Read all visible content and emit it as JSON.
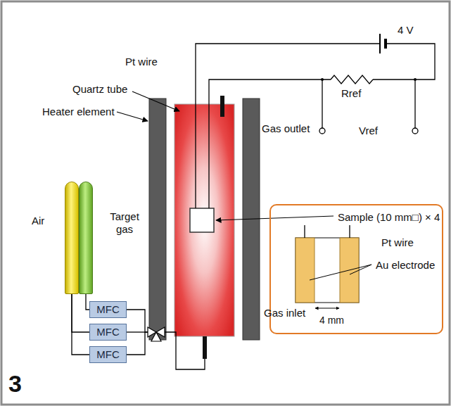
{
  "diagram": {
    "nodes": [
      {
        "text": [
          "Air"
        ]
      },
      {
        "text": [
          "Target gas"
        ]
      },
      {
        "text": [
          "MFC"
        ]
      },
      {
        "text": [
          "MFC"
        ]
      },
      {
        "text": [
          "MFC"
        ]
      },
      {
        "text": [
          "Sample (10 mm□) × 4",
          "Pt wire",
          "Au electrode",
          "4 mm"
        ]
      }
    ],
    "edges": [
      {
        "from": 1,
        "to": 2,
        "arrow": "none"
      },
      {
        "from": 0,
        "to": 3,
        "arrow": "none"
      },
      {
        "from": 0,
        "to": 4,
        "arrow": "none"
      }
    ],
    "labels": [
      "Pt wire",
      "4 V",
      "Quartz tube",
      "Heater element",
      "Rref",
      "Gas outlet",
      "Vref",
      "Gas inlet",
      "3"
    ]
  }
}
